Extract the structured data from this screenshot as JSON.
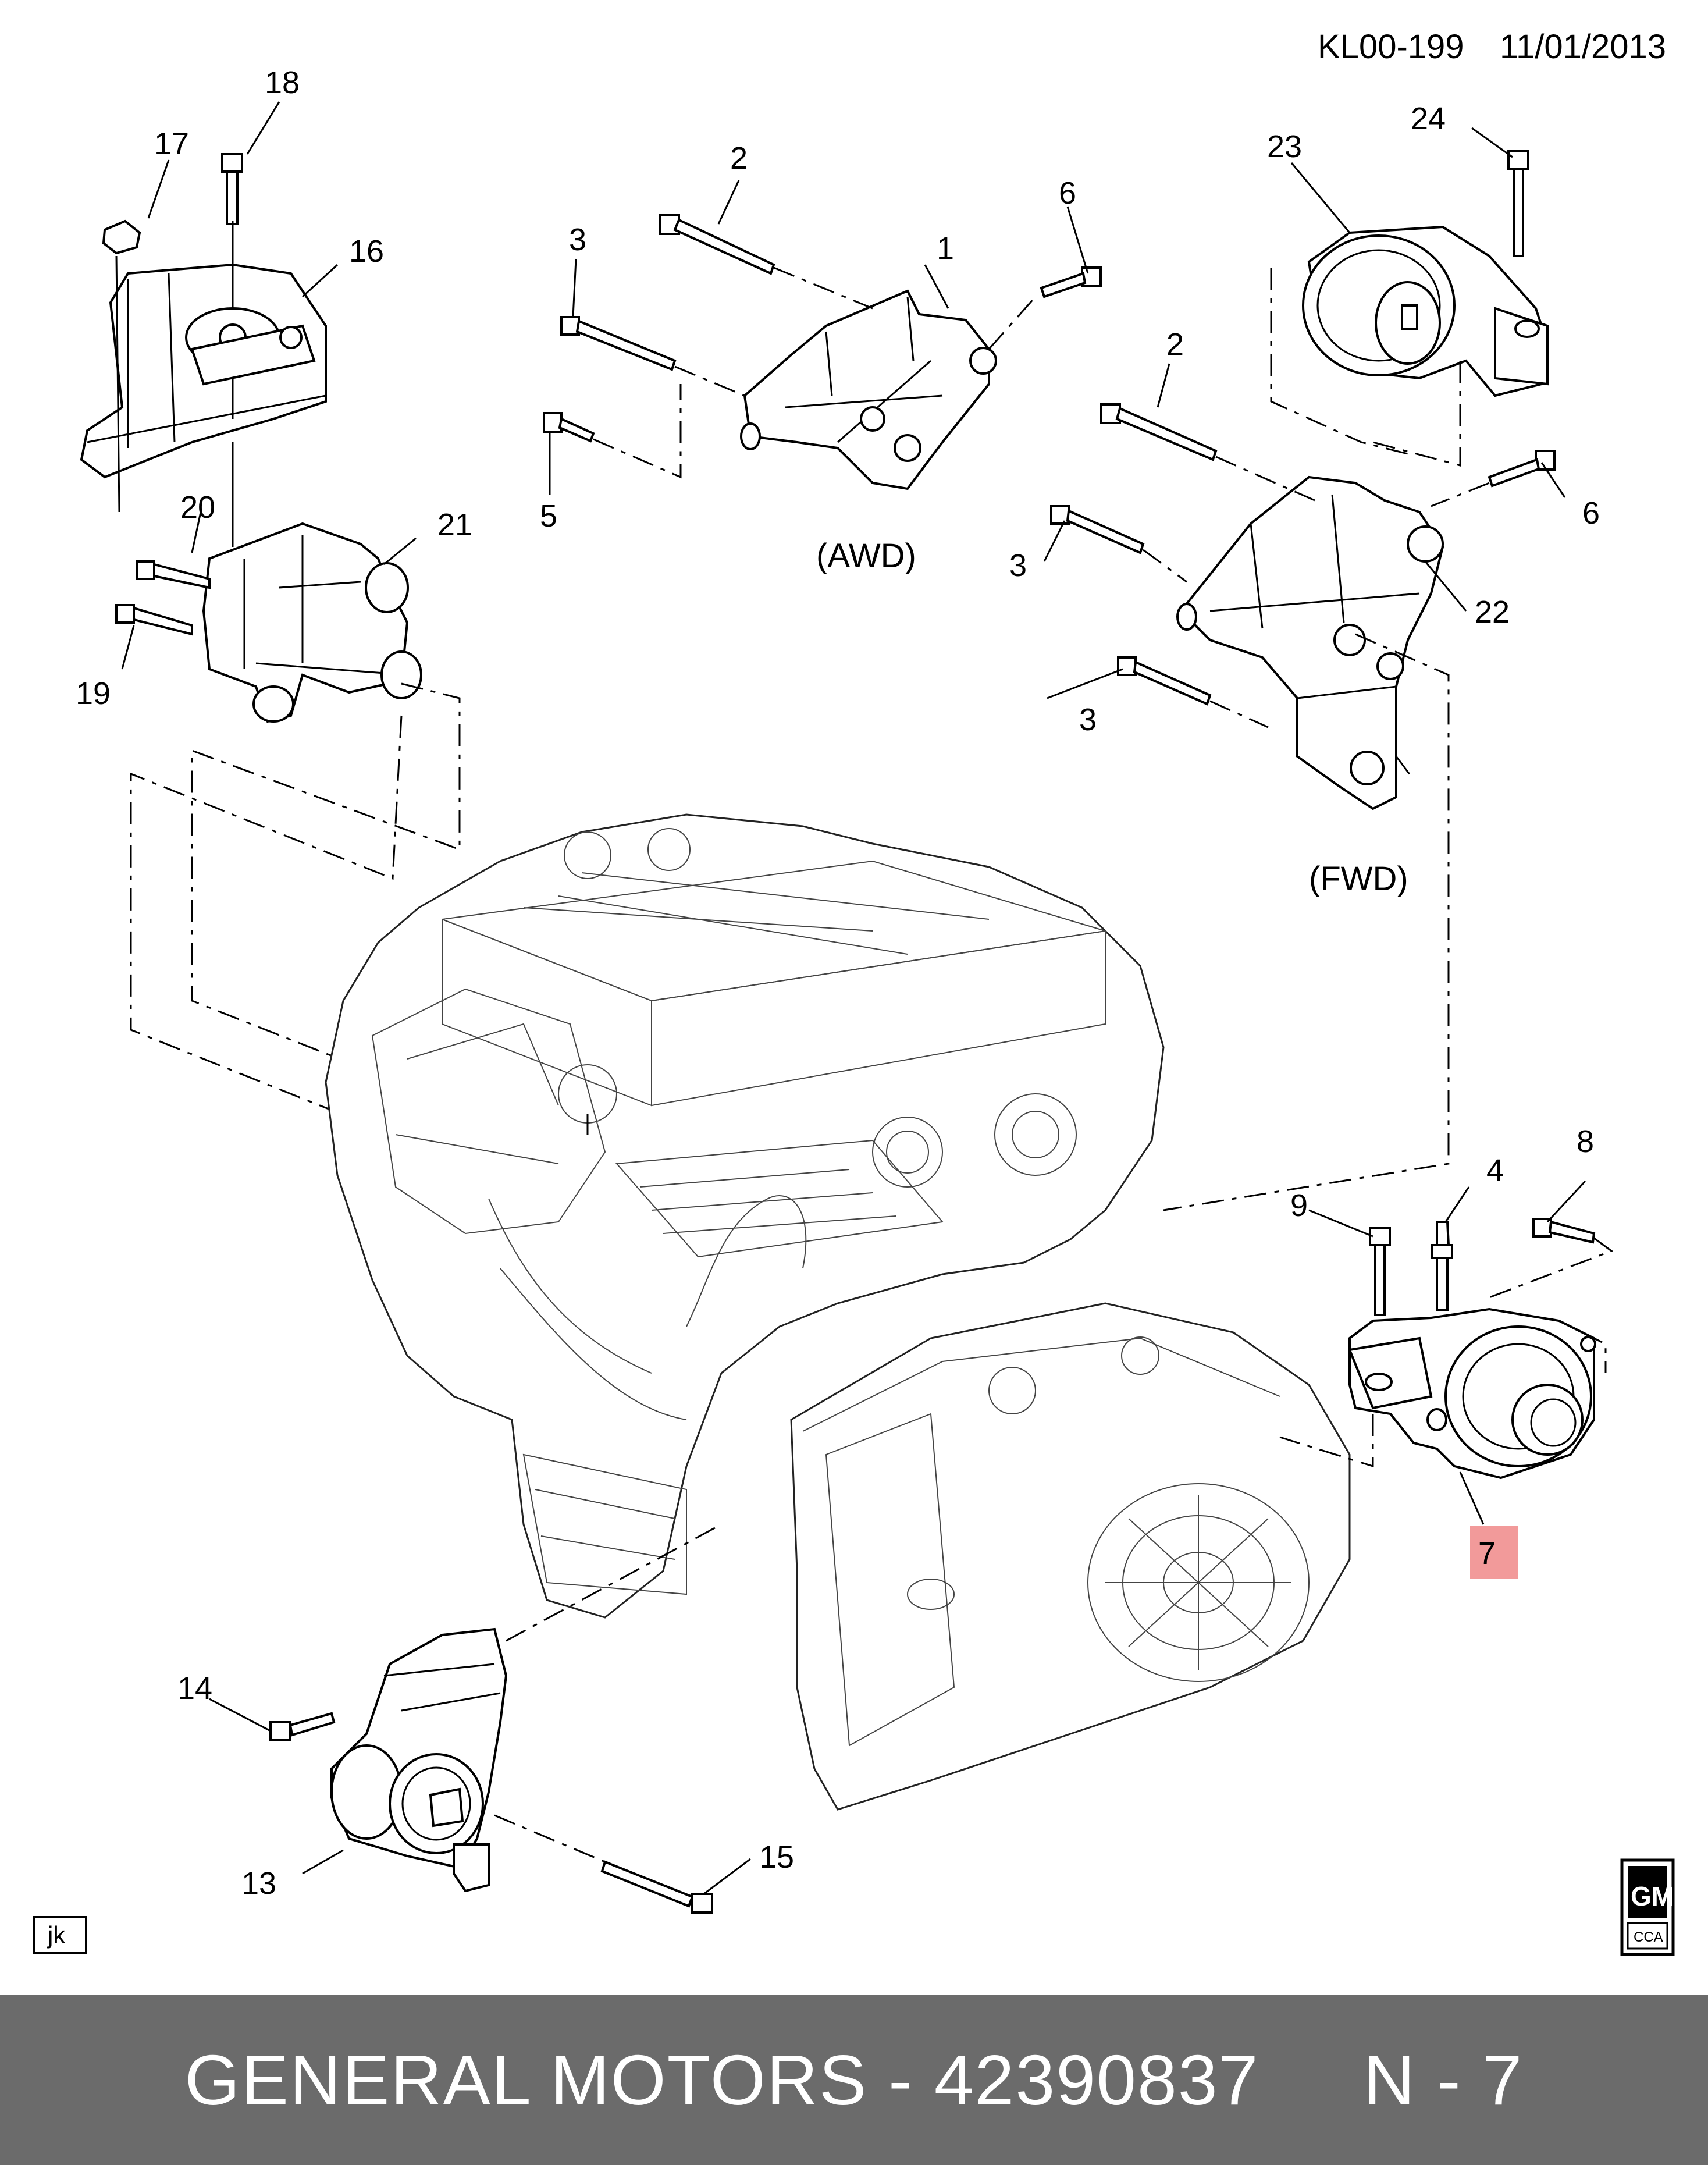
{
  "header": {
    "diagram_code": "KL00-199",
    "date": "11/01/2013"
  },
  "variants": {
    "awd": "(AWD)",
    "fwd": "(FWD)"
  },
  "callouts": {
    "c1": "1",
    "c2a": "2",
    "c2b": "2",
    "c3a": "3",
    "c3b": "3",
    "c3c": "3",
    "c4": "4",
    "c5": "5",
    "c6a": "6",
    "c6b": "6",
    "c7": "7",
    "c8": "8",
    "c9": "9",
    "c13": "13",
    "c14": "14",
    "c15": "15",
    "c16": "16",
    "c17": "17",
    "c18": "18",
    "c19": "19",
    "c20": "20",
    "c21": "21",
    "c22": "22",
    "c23": "23",
    "c24": "24"
  },
  "highlight": {
    "part": "7",
    "color": "#f29a9a"
  },
  "artist_initials": "jk",
  "logo": {
    "brand": "GM",
    "sub": "CCA"
  },
  "footer": {
    "text": "GENERAL MOTORS - 42390837     N - 7",
    "background": "#6b6b6b"
  }
}
